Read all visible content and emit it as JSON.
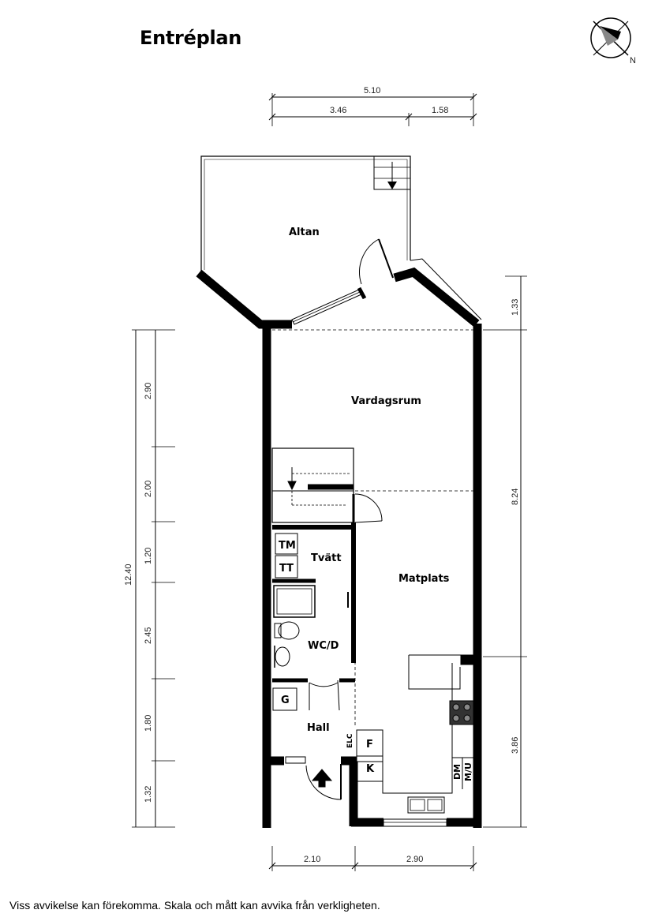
{
  "title": "Entréplan",
  "footer": "Viss avvikelse kan förekomma. Skala och mått kan avvika från verkligheten.",
  "compass": {
    "label": "N"
  },
  "rooms": {
    "altan": "Altan",
    "vardagsrum": "Vardagsrum",
    "tvatt": "Tvätt",
    "matplats": "Matplats",
    "wcd": "WC/D",
    "hall": "Hall"
  },
  "appliances": {
    "tm": "TM",
    "tt": "TT",
    "g": "G",
    "f": "F",
    "k": "K",
    "elc": "ELC",
    "dm": "DM",
    "mu": "M/U"
  },
  "dimensions": {
    "top_total": "5.10",
    "top_left": "3.46",
    "top_right": "1.58",
    "left_total": "12.40",
    "left_1": "2.90",
    "left_2": "2.00",
    "left_3": "1.20",
    "left_4": "2.45",
    "left_5": "1.80",
    "left_6": "1.32",
    "right_1": "1.33",
    "right_2": "8.24",
    "right_3": "3.86",
    "bottom_left": "2.10",
    "bottom_right": "2.90"
  }
}
